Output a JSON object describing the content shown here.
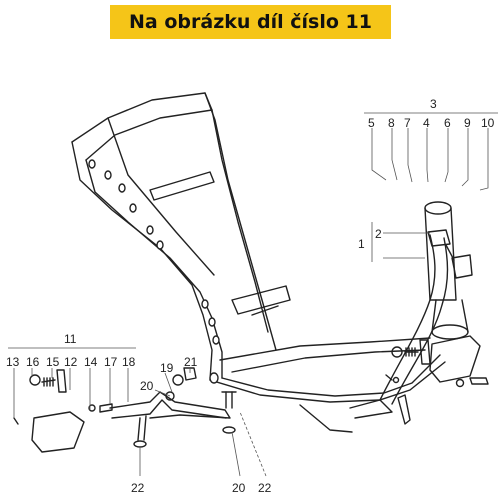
{
  "banner": {
    "text": "Na obrázku díl číslo 11",
    "bg": "#f5c518"
  },
  "labels": {
    "grp3": "3",
    "grp3_p5": "5",
    "grp3_p8": "8",
    "grp3_p7": "7",
    "grp3_p4": "4",
    "grp3_p6": "6",
    "grp3_p9": "9",
    "grp3_p10": "10",
    "grp1": "1",
    "grp1_p2": "2",
    "grp11": "11",
    "grp11_p13": "13",
    "grp11_p16": "16",
    "grp11_p15": "15",
    "grp11_p12": "12",
    "grp11_p14": "14",
    "grp11_p17": "17",
    "grp11_p18": "18",
    "p19": "19",
    "p21": "21",
    "p20a": "20",
    "p22a": "22",
    "p20b": "20",
    "p22b": "22"
  }
}
